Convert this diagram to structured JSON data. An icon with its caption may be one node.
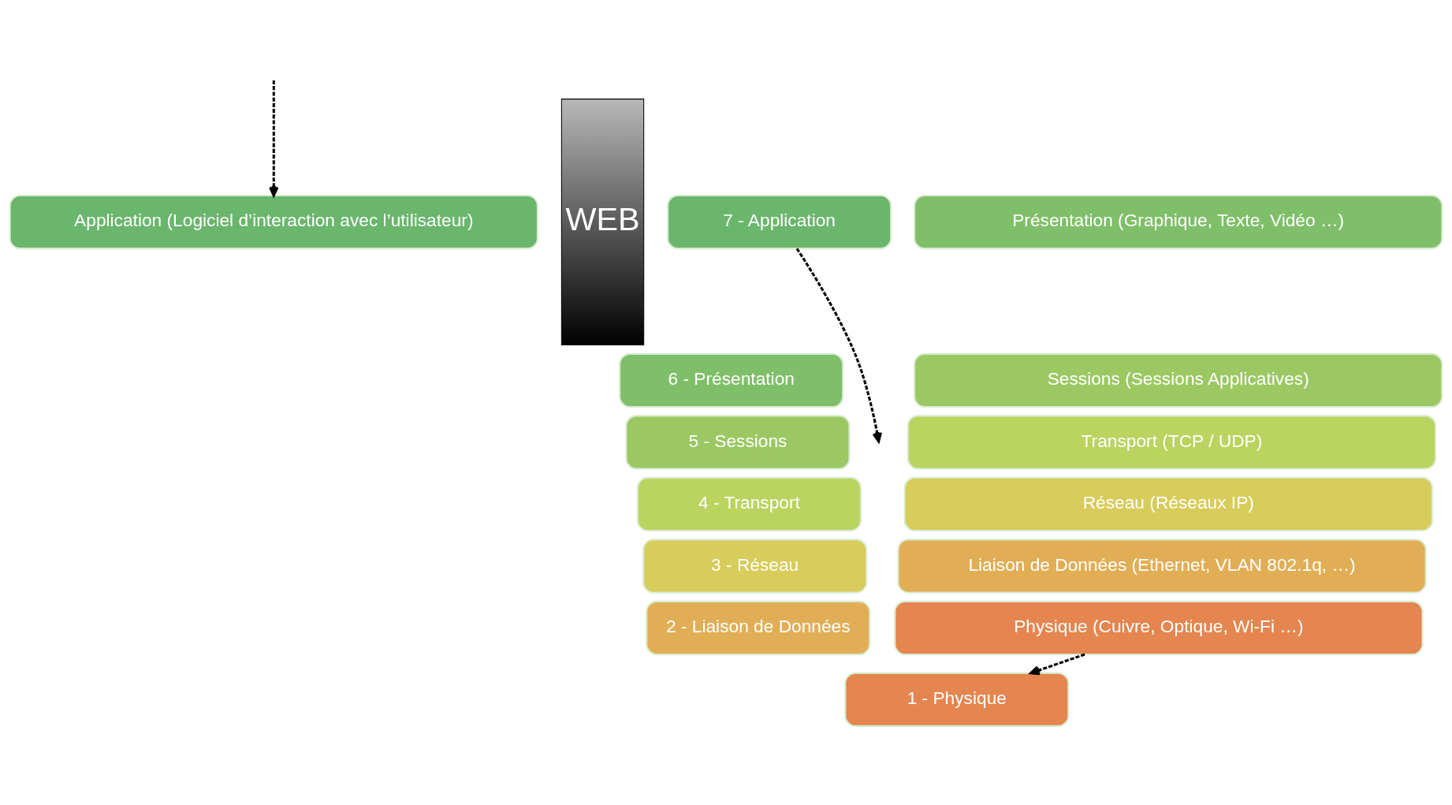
{
  "diagram": {
    "nodes": [
      {
        "text": [
          "Application (Logiciel d’interaction avec l’utilisateur)"
        ]
      },
      {
        "text": [
          "Présentation (Graphique, Texte, Vidéo …)"
        ]
      },
      {
        "text": [
          "Sessions (Sessions Applicatives)"
        ]
      },
      {
        "text": [
          "Transport (TCP / UDP)"
        ]
      },
      {
        "text": [
          "Réseau (Réseaux IP)"
        ]
      },
      {
        "text": [
          "Liaison de Données (Ethernet, VLAN 802.1q, …)"
        ]
      },
      {
        "text": [
          "Physique (Cuivre, Optique, Wi-Fi …)"
        ]
      },
      {
        "text": [
          "WEB"
        ]
      },
      {
        "text": [
          "7 - Application"
        ]
      },
      {
        "text": [
          "6 - Présentation"
        ]
      },
      {
        "text": [
          "5 - Sessions"
        ]
      },
      {
        "text": [
          "4 - Transport"
        ]
      },
      {
        "text": [
          "3 - Réseau"
        ]
      },
      {
        "text": [
          "2 - Liaison de Données"
        ]
      },
      {
        "text": [
          "1 - Physique"
        ]
      }
    ],
    "edges": [
      {
        "from": null,
        "to": 0,
        "arrow": "to",
        "style": "dashed"
      },
      {
        "from": 6,
        "to": 14,
        "arrow": "to",
        "style": "dashed"
      },
      {
        "from": 8,
        "to": null,
        "arrow": "to",
        "style": "dashed"
      }
    ]
  }
}
